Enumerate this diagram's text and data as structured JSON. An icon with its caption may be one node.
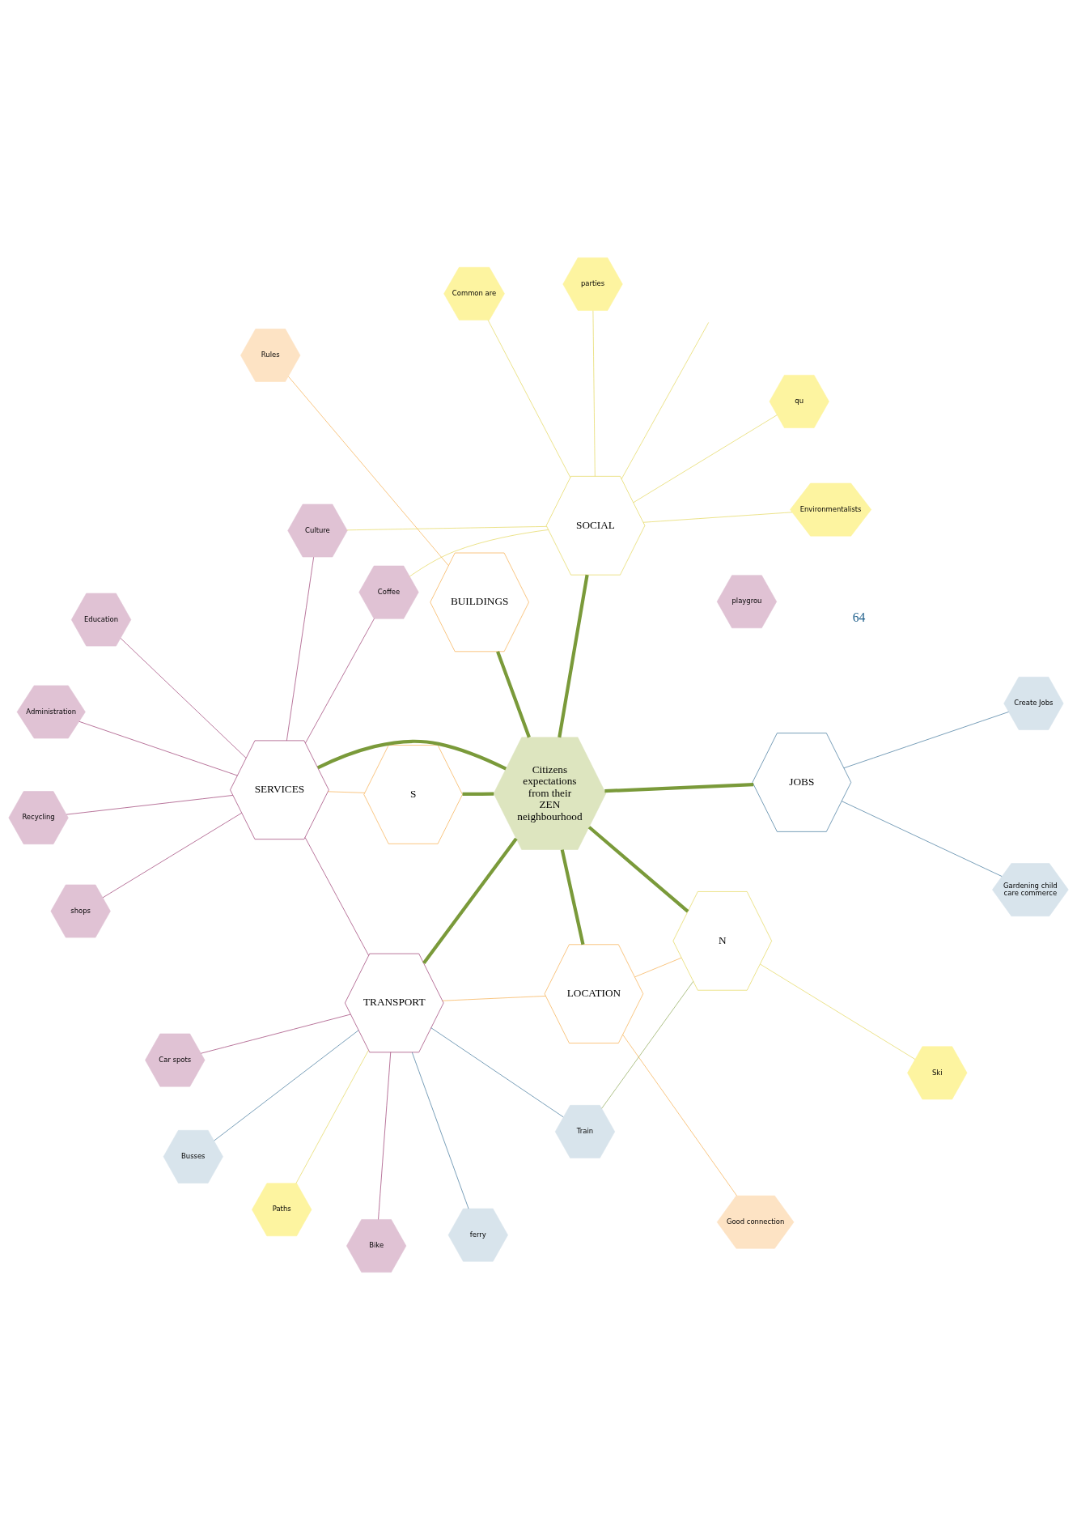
{
  "diagram": {
    "nodes": [
      {
        "text": [
          "Citizens expectations from their ZEN neighbourhood"
        ]
      },
      {
        "text": [
          "TRANSPORT"
        ]
      },
      {
        "text": [
          "LOCATION"
        ]
      },
      {
        "text": [
          "BUILDINGS"
        ]
      },
      {
        "text": [
          "N"
        ]
      },
      {
        "text": [
          "S"
        ]
      },
      {
        "text": [
          "SERVICES"
        ]
      },
      {
        "text": [
          "JOBS"
        ]
      },
      {
        "text": [
          "SOCIAL"
        ]
      },
      {
        "text": [
          "Paths"
        ]
      },
      {
        "text": [
          "Busses"
        ]
      },
      {
        "text": [
          "Car spots"
        ]
      },
      {
        "text": [
          "playgrou"
        ]
      },
      {
        "text": [
          "Bike"
        ]
      },
      {
        "text": [
          "ferry"
        ]
      },
      {
        "text": [
          "Ski"
        ]
      },
      {
        "text": [
          "Train"
        ]
      },
      {
        "text": [
          "Good connection"
        ]
      },
      {
        "text": [
          "Education"
        ]
      },
      {
        "text": [
          "Recycling"
        ]
      },
      {
        "text": [
          "Administration"
        ]
      },
      {
        "text": [
          "Rules"
        ]
      },
      {
        "text": [
          "shops"
        ]
      },
      {
        "text": [
          "Culture"
        ]
      },
      {
        "text": [
          "Coffee"
        ]
      },
      {
        "text": [
          "Common are"
        ]
      },
      {
        "text": [
          "Create Jobs"
        ]
      },
      {
        "text": [
          "qu"
        ]
      },
      {
        "text": [
          "Gardening child care commerce"
        ]
      },
      {
        "text": [
          "parties"
        ]
      },
      {
        "text": [
          "Environmentalists"
        ]
      }
    ],
    "edges": [
      {
        "from": 0,
        "to": 1,
        "arrow": "none",
        "style": "thick",
        "color": "#7a9a3a"
      },
      {
        "from": 0,
        "to": 2,
        "arrow": "none",
        "style": "thick",
        "color": "#7a9a3a"
      },
      {
        "from": 0,
        "to": 3,
        "arrow": "none",
        "style": "thick",
        "color": "#7a9a3a"
      },
      {
        "from": 0,
        "to": 4,
        "arrow": "none",
        "style": "thick",
        "color": "#7a9a3a"
      },
      {
        "from": 0,
        "to": 5,
        "arrow": "none",
        "style": "thick",
        "color": "#7a9a3a"
      },
      {
        "from": 0,
        "to": 6,
        "arrow": "none",
        "style": "thick",
        "color": "#7a9a3a"
      },
      {
        "from": 0,
        "to": 7,
        "arrow": "none",
        "style": "thick",
        "color": "#7a9a3a"
      },
      {
        "from": 0,
        "to": 8,
        "arrow": "none",
        "style": "thick",
        "color": "#7a9a3a"
      },
      {
        "from": 9,
        "to": 1,
        "arrow": "none",
        "color": "#e0d040"
      },
      {
        "from": 10,
        "to": 1,
        "arrow": "none",
        "color": "#1f5f8b"
      },
      {
        "from": 11,
        "to": 1,
        "arrow": "none",
        "color": "#8b1a5a"
      },
      {
        "from": 13,
        "to": 1,
        "arrow": "none",
        "color": "#8b1a5a"
      },
      {
        "from": 14,
        "to": 1,
        "arrow": "none",
        "color": "#1f5f8b"
      },
      {
        "from": 16,
        "to": 1,
        "arrow": "none",
        "color": "#1f5f8b"
      },
      {
        "from": 16,
        "to": 4,
        "arrow": "none",
        "color": "#7a9a3a"
      },
      {
        "from": 15,
        "to": 4,
        "arrow": "none",
        "color": "#e0d040"
      },
      {
        "from": 2,
        "to": 4,
        "arrow": "none",
        "color": "#f5a030"
      },
      {
        "from": 1,
        "to": 2,
        "arrow": "none",
        "color": "#f5a030"
      },
      {
        "from": 17,
        "to": 2,
        "arrow": "none",
        "color": "#f5a030"
      },
      {
        "from": 1,
        "to": 6,
        "arrow": "none",
        "color": "#8b1a5a"
      },
      {
        "from": 18,
        "to": 6,
        "arrow": "none",
        "color": "#8b1a5a"
      },
      {
        "from": 19,
        "to": 6,
        "arrow": "none",
        "color": "#8b1a5a"
      },
      {
        "from": 20,
        "to": 6,
        "arrow": "none",
        "color": "#8b1a5a"
      },
      {
        "from": 22,
        "to": 6,
        "arrow": "none",
        "color": "#8b1a5a"
      },
      {
        "from": 24,
        "to": 6,
        "arrow": "none",
        "color": "#8b1a5a"
      },
      {
        "from": 23,
        "to": 6,
        "arrow": "none",
        "color": "#8b1a5a"
      },
      {
        "from": 6,
        "to": 5,
        "arrow": "none",
        "color": "#f5a030"
      },
      {
        "from": 21,
        "to": 3,
        "arrow": "none",
        "color": "#f5a030"
      },
      {
        "from": 24,
        "to": 8,
        "arrow": "none",
        "color": "#e0d040"
      },
      {
        "from": 23,
        "to": 8,
        "arrow": "none",
        "color": "#e0d040"
      },
      {
        "from": 25,
        "to": 8,
        "arrow": "none",
        "color": "#e0d040"
      },
      {
        "from": 27,
        "to": 8,
        "arrow": "none",
        "color": "#e0d040"
      },
      {
        "from": 8,
        "to": null,
        "arrow": "none",
        "color": "#e0d040"
      },
      {
        "from": 29,
        "to": 8,
        "arrow": "none",
        "color": "#e0d040"
      },
      {
        "from": 30,
        "to": 8,
        "arrow": "none",
        "color": "#e0d040"
      },
      {
        "from": 26,
        "to": 7,
        "arrow": "none",
        "color": "#1f5f8b"
      },
      {
        "from": 28,
        "to": 7,
        "arrow": "none",
        "color": "#1f5f8b"
      }
    ],
    "labels": [
      "64"
    ]
  }
}
